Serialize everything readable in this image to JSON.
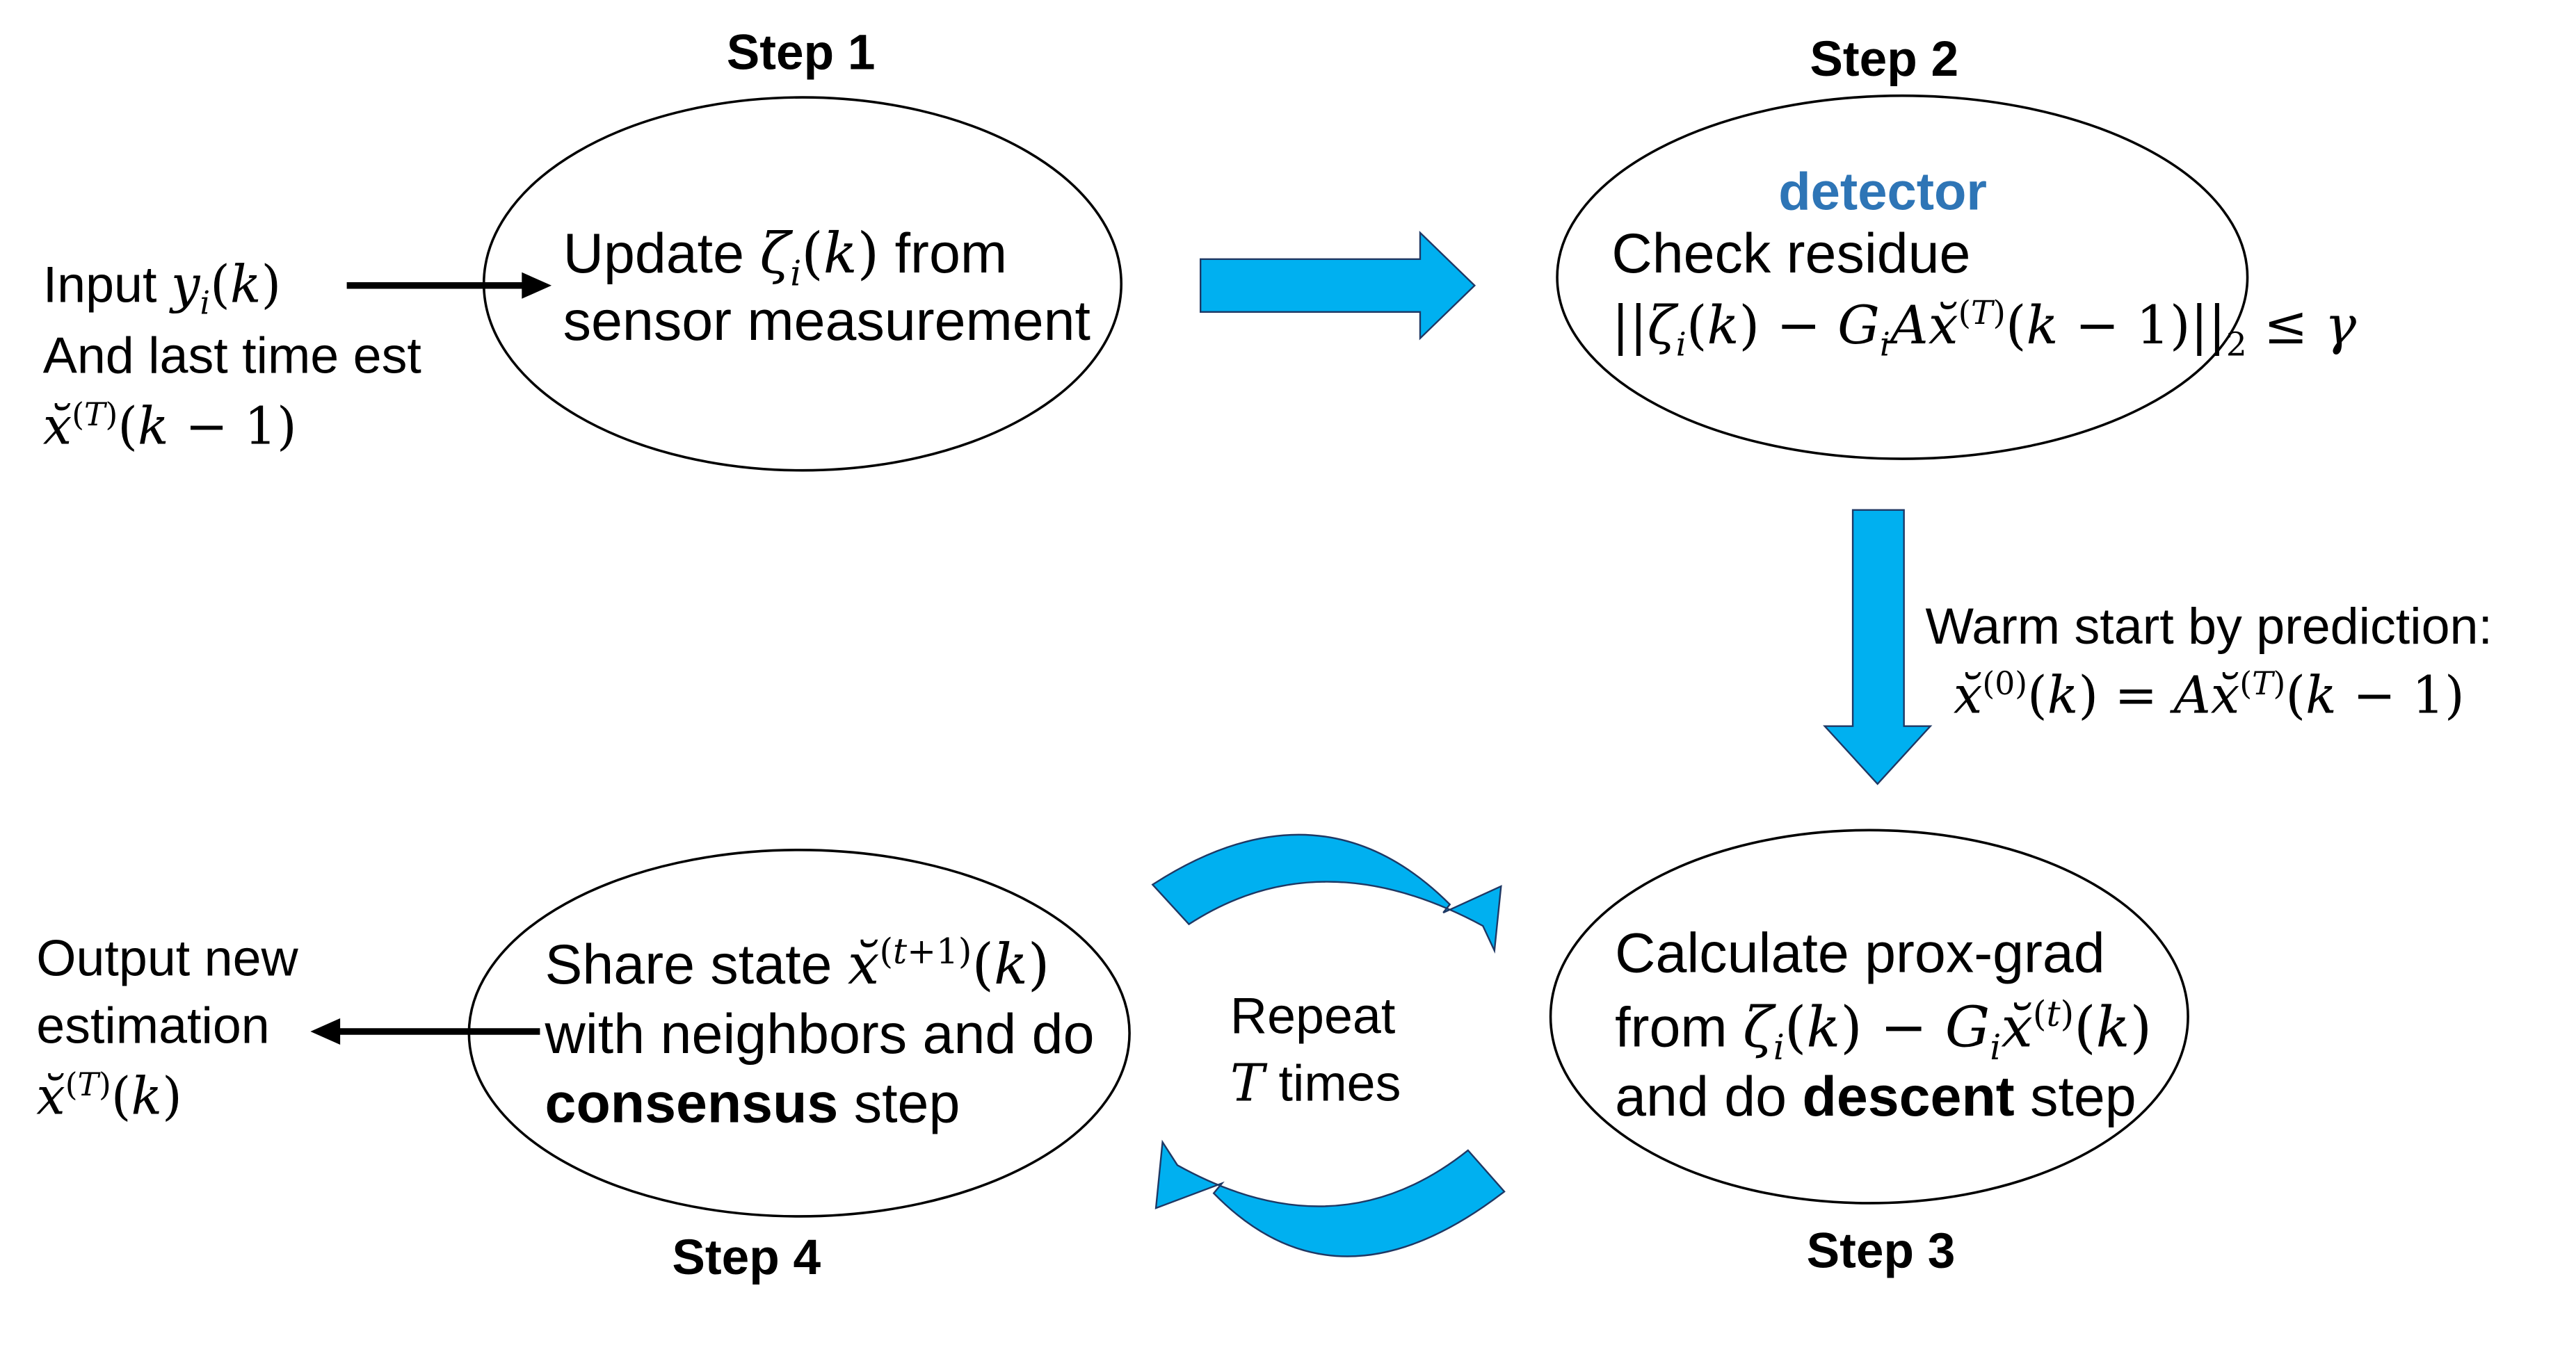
{
  "steps": {
    "step1": "Step 1",
    "step2": "Step 2",
    "step3": "Step 3",
    "step4": "Step 4"
  },
  "input": {
    "line1": "Input",
    "line2": "And last time est"
  },
  "step1_box": {
    "line1": "Update",
    "line1_end": "from",
    "line2": "sensor measurement"
  },
  "step2_box": {
    "detector": "detector",
    "line1": "Check residue"
  },
  "warm_start": {
    "line1": "Warm start by prediction:"
  },
  "step3_box": {
    "line1": "Calculate prox-grad",
    "line2_start": "from",
    "line3_start": "and do",
    "line3_bold": "descent",
    "line3_end": "step"
  },
  "step4_box": {
    "line1": "Share state",
    "line2": "with neighbors and do",
    "line3_bold": "consensus",
    "line3_end": "step"
  },
  "repeat": {
    "line1": "Repeat",
    "line2_end": "times"
  },
  "output": {
    "line1": "Output new",
    "line2": "estimation"
  },
  "colors": {
    "arrow_fill": "#00B0F0",
    "arrow_stroke": "#1F3864",
    "detector": "#2E75B6"
  }
}
